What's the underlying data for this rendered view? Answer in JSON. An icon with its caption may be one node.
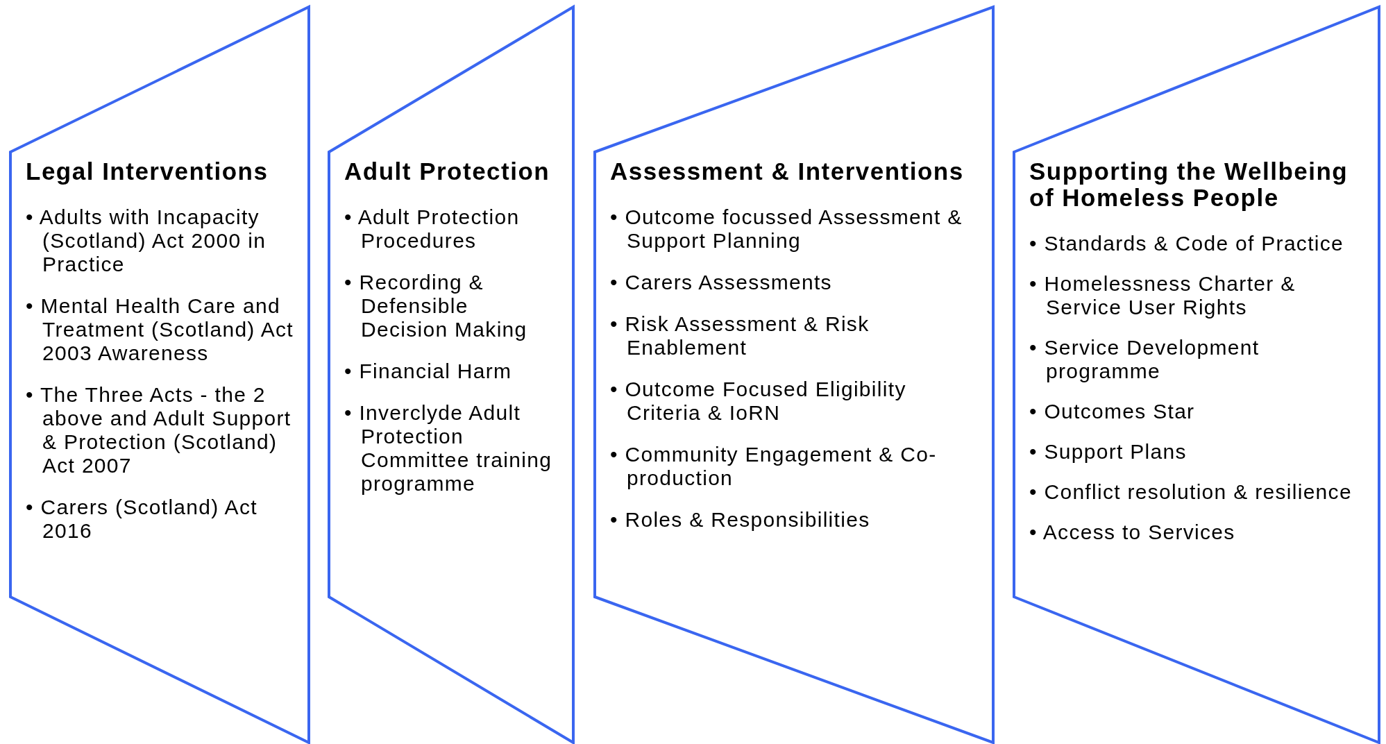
{
  "diagram": {
    "nodes": [
      {
        "text": [
          "Legal Interventions",
          "• Adults with Incapacity (Scotland) Act 2000 in Practice",
          "• Mental Health Care and Treatment (Scotland) Act 2003 Awareness",
          "• The Three Acts - the 2 above and Adult Support & Protection (Scotland) Act 2007",
          "• Carers (Scotland) Act 2016"
        ]
      },
      {
        "text": [
          "Adult Protection",
          "• Adult Protection Procedures",
          "• Recording & Defensible Decision Making",
          "• Financial Harm",
          "• Inverclyde Adult Protection Committee training programme"
        ]
      },
      {
        "text": [
          "Assessment & Interventions",
          "• Outcome focussed Assessment & Support Planning",
          "• Carers Assessments",
          "• Risk Assessment & Risk Enablement",
          "• Outcome Focused Eligibility Criteria & IoRN",
          "• Community Engagement & Co-production",
          "• Roles & Responsibilities"
        ]
      },
      {
        "text": [
          "Supporting the Wellbeing of Homeless People",
          "• Standards & Code of Practice",
          "• Homelessness Charter & Service User Rights",
          "• Service Development programme",
          "• Outcomes Star",
          "• Support Plans",
          "• Conflict resolution & resilience",
          "• Access to Services"
        ]
      }
    ]
  }
}
